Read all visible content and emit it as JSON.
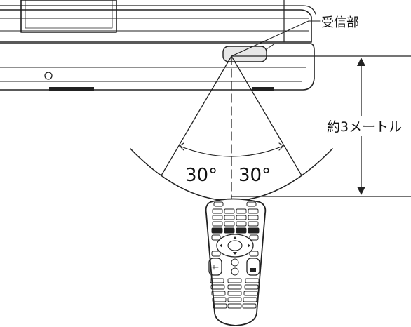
{
  "labels": {
    "receiver": "受信部",
    "distance": "約3メートル",
    "angle_left": "30°",
    "angle_right": "30°"
  }
}
